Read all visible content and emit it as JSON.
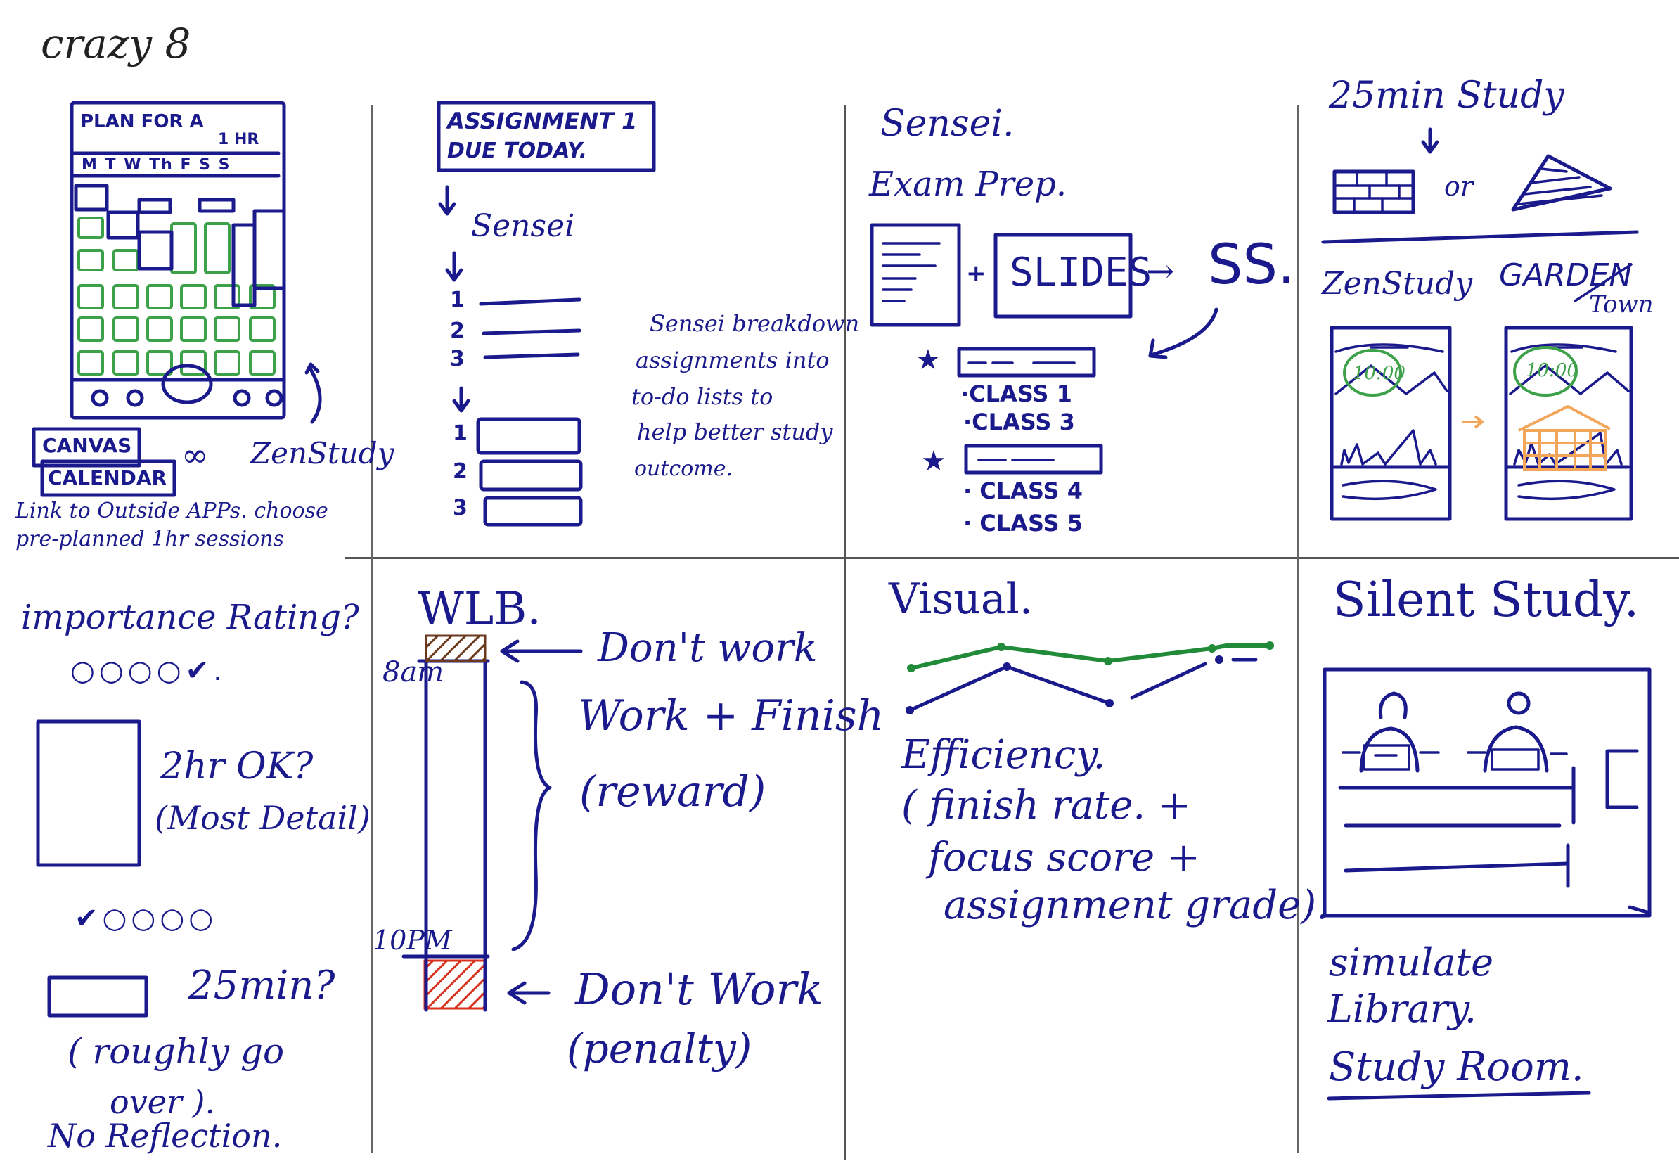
{
  "page_title": "crazy 8",
  "panels": {
    "p1": {
      "plan_title_line1": "PLAN FOR A",
      "plan_title_line2": "1 HR",
      "weekdays": "M T W Th F S S",
      "canvas_label": "CANVAS",
      "calendar_label": "CALENDAR",
      "zenstudy_label": "ZenStudy",
      "link_connector": "∞",
      "note_line1": "Link to Outside APPs. choose",
      "note_line2": "pre-planned 1hr sessions"
    },
    "p2": {
      "assignment_line1": "ASSIGNMENT 1",
      "assignment_line2": "DUE TODAY.",
      "sensei_label": "Sensei",
      "numbers_a": [
        "1",
        "2",
        "3"
      ],
      "numbers_b": [
        "1",
        "2",
        "3"
      ],
      "note_line1": "Sensei breakdown",
      "note_line2": "assignments into",
      "note_line3": "to-do lists to",
      "note_line4": "help better study",
      "note_line5": "outcome."
    },
    "p3": {
      "title_line1": "Sensei.",
      "title_line2": "Exam Prep.",
      "plus": "+",
      "slides_label": "SLIDES",
      "arrow": "→",
      "ss_label": "SS.",
      "group1": [
        "·CLASS 1",
        "·CLASS 3"
      ],
      "group2": [
        "· CLASS 4",
        "· CLASS 5"
      ],
      "star": "★"
    },
    "p4": {
      "title": "25min Study",
      "down_arrow": "↓",
      "or_label": "or",
      "zenstudy_label": "ZenStudy",
      "garden_label": "GARDEN",
      "town_label": "Town",
      "clock1": "10:00",
      "clock2": "10:00"
    },
    "p5": {
      "title": "importance Rating?",
      "rating_row1": "○○○○✔.",
      "label_2hr": "2hr OK?",
      "label_detail": "(Most Detail)",
      "rating_row2": "✔○○○○",
      "label_25": "25min?",
      "note_line1": "( roughly go",
      "note_line2": "over ).",
      "note_line3": "No Reflection."
    },
    "p6": {
      "title": "WLB.",
      "time_start": "8am",
      "time_end": "10PM",
      "label_dont_work": "Don't work",
      "label_work_finish": "Work + Finish",
      "label_reward": "(reward)",
      "label_dont_work2": "Don't Work",
      "label_penalty": "(penalty)"
    },
    "p7": {
      "title": "Visual.",
      "line1": "Efficiency.",
      "line2": "( finish rate. +",
      "line3": "focus score +",
      "line4": "assignment grade)."
    },
    "p8": {
      "title": "Silent Study.",
      "line1": "simulate",
      "line2": "Library.",
      "line3": "Study Room."
    }
  },
  "colors": {
    "ink": "#1a1a8c",
    "green": "#3da14a",
    "orange": "#f2a65a",
    "brown": "#6b3a1e",
    "red": "#d8321e"
  }
}
